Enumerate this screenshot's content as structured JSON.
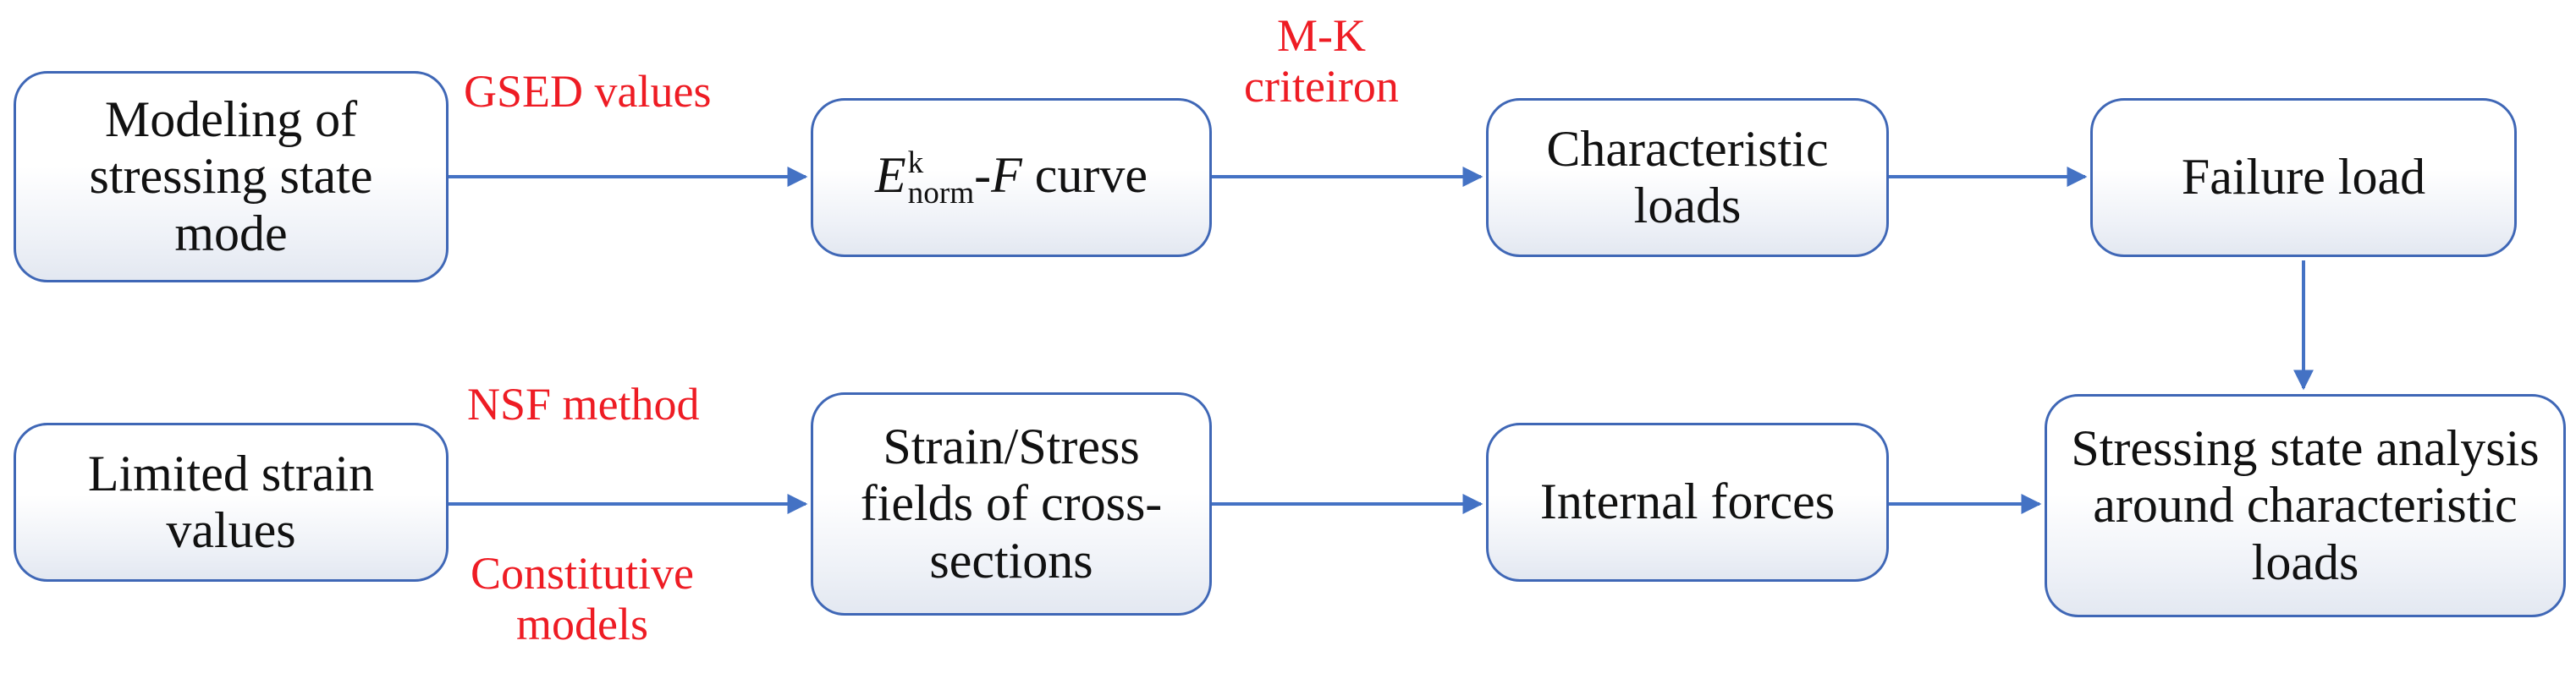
{
  "boxes": {
    "modeling": "Modeling of stressing state mode",
    "curve": {
      "symbol": "E",
      "superscript": "k",
      "subscript": "norm",
      "joiner": "-",
      "variable": "F",
      "suffix": " curve"
    },
    "characteristic": "Characteristic loads",
    "failure": "Failure load",
    "limited": "Limited strain values",
    "fields": "Strain/Stress fields of cross-sections",
    "internal": "Internal forces",
    "analysis": "Stressing state analysis around characteristic loads"
  },
  "labels": {
    "gsed": "GSED values",
    "mk_line1": "M-K",
    "mk_line2": "criteiron",
    "nsf": "NSF method",
    "constitutive_line1": "Constitutive",
    "constitutive_line2": "models"
  },
  "colors": {
    "box_border": "#3f67b6",
    "arrow": "#4472c4",
    "label_text": "#ee1c24",
    "box_text": "#111111"
  }
}
